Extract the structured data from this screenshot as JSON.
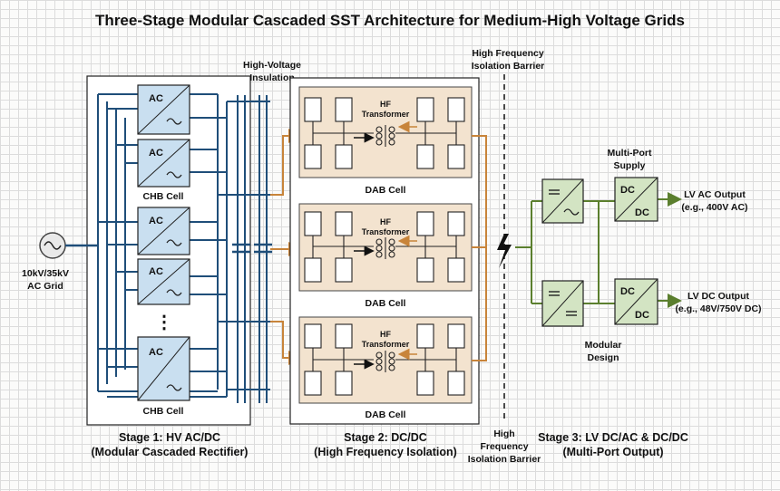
{
  "title": "Three-Stage Modular Cascaded SST Architecture for Medium-High Voltage Grids",
  "grid_source": {
    "line1": "10kV/35kV",
    "line2": "AC Grid"
  },
  "hv_insulation": {
    "line1": "High-Voltage",
    "line2": "Insulation"
  },
  "hf_barrier_top": {
    "line1": "High Frequency",
    "line2": "Isolation Barrier"
  },
  "hf_barrier_bottom": {
    "line1": "High",
    "line2": "Frequency",
    "line3": "Isolation Barrier"
  },
  "chb": {
    "ac": "AC",
    "cell_label": "CHB Cell",
    "ellipsis": "⋮"
  },
  "dab": {
    "hf_line1": "HF",
    "hf_line2": "Transformer",
    "cell_label": "DAB Cell"
  },
  "stage3": {
    "multiport_line1": "Multi-Port",
    "multiport_line2": "Supply",
    "dc": "DC",
    "ac_output_line1": "LV AC Output",
    "ac_output_line2": "(e.g., 400V AC)",
    "dc_output_line1": "LV DC Output",
    "dc_output_line2": "(e.g., 48V/750V DC)",
    "modular_line1": "Modular",
    "modular_line2": "Design"
  },
  "stages": {
    "s1_line1": "Stage 1: HV AC/DC",
    "s1_line2": "(Modular Cascaded Rectifier)",
    "s2_line1": "Stage 2: DC/DC",
    "s2_line2": "(High Frequency Isolation)",
    "s3_line1": "Stage 3: LV DC/AC & DC/DC",
    "s3_line2": "(Multi-Port Output)"
  },
  "colors": {
    "bus_blue": "#1f4e79",
    "cell_fill": "#c9dff0",
    "dab_fill": "#f3e3cf",
    "arrow_orange": "#c8843a",
    "green": "#5b7f2e",
    "stage3_fill": "#d3e4c3"
  }
}
